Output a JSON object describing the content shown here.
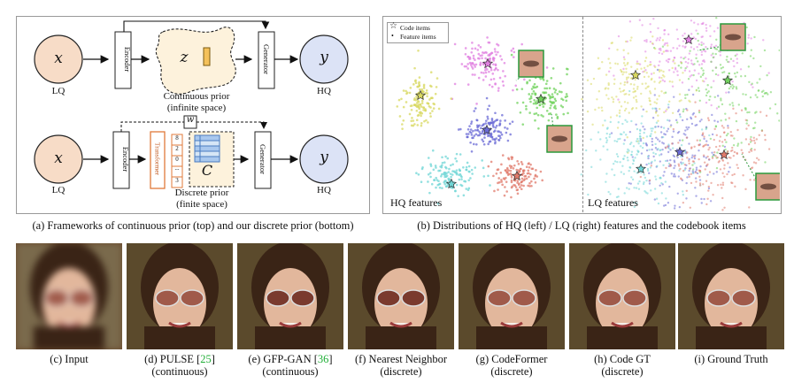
{
  "panel_a": {
    "caption": "(a) Frameworks of continuous prior (top) and our discrete prior (bottom)",
    "top": {
      "input_symbol": "x",
      "input_label": "LQ",
      "encoder": "Encoder",
      "latent_symbol": "z",
      "prior_line1": "Continuous prior",
      "prior_line2": "(infinite space)",
      "generator": "Generator",
      "output_symbol": "y",
      "output_label": "HQ"
    },
    "bottom": {
      "input_symbol": "x",
      "input_label": "LQ",
      "encoder": "Encoder",
      "transformer": "Transformer",
      "index_cells": [
        "8",
        "2",
        "0",
        "...",
        "3"
      ],
      "w_symbol": "w",
      "codebook_symbol": "C",
      "prior_line1": "Discrete prior",
      "prior_line2": "(finite space)",
      "generator": "Generator",
      "output_symbol": "y",
      "output_label": "HQ"
    }
  },
  "panel_b": {
    "caption": "(b) Distributions of HQ (left) / LQ (right) features and the codebook items",
    "legend": {
      "code_items": "Code items",
      "feature_items": "Feature items"
    },
    "hq_label": "HQ features",
    "lq_label": "LQ features",
    "cluster_colors": [
      "#e07fe0",
      "#6fd15b",
      "#d8d860",
      "#6b6bd6",
      "#6fd5d5",
      "#e07a6b"
    ]
  },
  "faces": [
    {
      "line1": "(c) Input",
      "line2": ""
    },
    {
      "line1_pre": "(d) PULSE [",
      "ref": "25",
      "line1_post": "]",
      "line2": "(continuous)"
    },
    {
      "line1_pre": "(e) GFP-GAN [",
      "ref": "36",
      "line1_post": "]",
      "line2": "(continuous)"
    },
    {
      "line1": "(f) Nearest Neighbor",
      "line2": "(discrete)"
    },
    {
      "line1": "(g) CodeFormer",
      "line2": "(discrete)"
    },
    {
      "line1": "(h) Code GT",
      "line2": "(discrete)"
    },
    {
      "line1": "(i) Ground Truth",
      "line2": ""
    }
  ]
}
